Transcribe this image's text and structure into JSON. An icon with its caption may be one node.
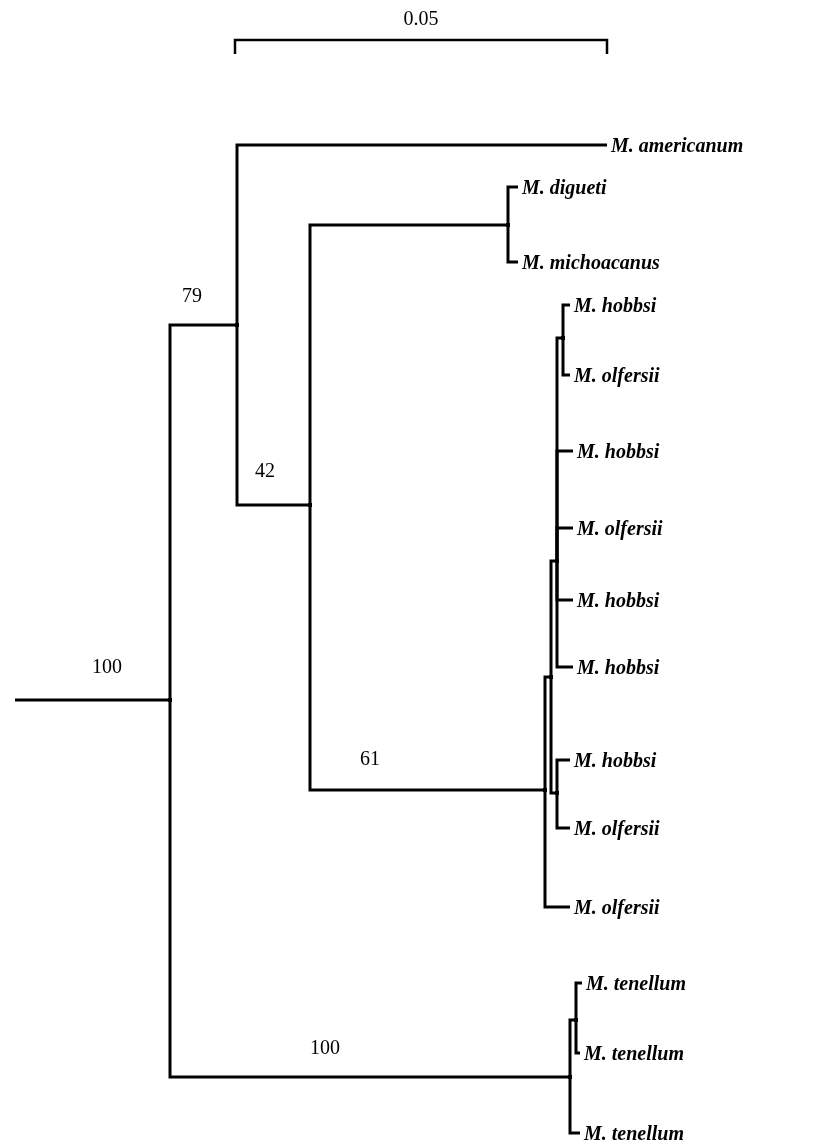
{
  "diagram": {
    "nodes": [
      {
        "text": [],
        "shape": "point"
      },
      {
        "text": [],
        "shape": "point"
      },
      {
        "text": [
          "M. americanum"
        ]
      },
      {
        "text": [],
        "shape": "point"
      },
      {
        "text": [],
        "shape": "point"
      },
      {
        "text": [
          "M. digueti"
        ]
      },
      {
        "text": [
          "M. michoacanus"
        ]
      },
      {
        "text": [],
        "shape": "point"
      },
      {
        "text": [],
        "shape": "point"
      },
      {
        "text": [],
        "shape": "point"
      },
      {
        "text": [],
        "shape": "point"
      },
      {
        "text": [
          "M. hobbsi"
        ]
      },
      {
        "text": [
          "M. olfersii"
        ]
      },
      {
        "text": [
          "M. hobbsi"
        ]
      },
      {
        "text": [
          "M. olfersii"
        ]
      },
      {
        "text": [
          "M. hobbsi"
        ]
      },
      {
        "text": [
          "M. hobbsi"
        ]
      },
      {
        "text": [],
        "shape": "point"
      },
      {
        "text": [
          "M. hobbsi"
        ]
      },
      {
        "text": [
          "M. olfersii"
        ]
      },
      {
        "text": [
          "M. olfersii"
        ]
      },
      {
        "text": [],
        "shape": "point"
      },
      {
        "text": [],
        "shape": "point"
      },
      {
        "text": [
          "M. tenellum"
        ]
      },
      {
        "text": [
          "M. tenellum"
        ]
      },
      {
        "text": [
          "M. tenellum"
        ]
      }
    ],
    "edges": [
      {
        "from": null,
        "to": 0,
        "arrow": "none",
        "label": "100"
      },
      {
        "from": 0,
        "to": 1,
        "arrow": "none",
        "label": "79"
      },
      {
        "from": 1,
        "to": 2,
        "arrow": "none"
      },
      {
        "from": 1,
        "to": 3,
        "arrow": "none",
        "label": "42"
      },
      {
        "from": 3,
        "to": 4,
        "arrow": "none"
      },
      {
        "from": 4,
        "to": 5,
        "arrow": "none"
      },
      {
        "from": 4,
        "to": 6,
        "arrow": "none"
      },
      {
        "from": 3,
        "to": 7,
        "arrow": "none",
        "label": "61"
      },
      {
        "from": 7,
        "to": 8,
        "arrow": "none"
      },
      {
        "from": 8,
        "to": 9,
        "arrow": "none"
      },
      {
        "from": 9,
        "to": 10,
        "arrow": "none"
      },
      {
        "from": 10,
        "to": 11,
        "arrow": "none"
      },
      {
        "from": 10,
        "to": 12,
        "arrow": "none"
      },
      {
        "from": 9,
        "to": 13,
        "arrow": "none"
      },
      {
        "from": 9,
        "to": 14,
        "arrow": "none"
      },
      {
        "from": 9,
        "to": 15,
        "arrow": "none"
      },
      {
        "from": 9,
        "to": 16,
        "arrow": "none"
      },
      {
        "from": 8,
        "to": 17,
        "arrow": "none"
      },
      {
        "from": 17,
        "to": 18,
        "arrow": "none"
      },
      {
        "from": 17,
        "to": 19,
        "arrow": "none"
      },
      {
        "from": 7,
        "to": 20,
        "arrow": "none"
      },
      {
        "from": 0,
        "to": 21,
        "arrow": "none",
        "label": "100"
      },
      {
        "from": 21,
        "to": 22,
        "arrow": "none"
      },
      {
        "from": 22,
        "to": 23,
        "arrow": "none"
      },
      {
        "from": 22,
        "to": 24,
        "arrow": "none"
      },
      {
        "from": 21,
        "to": 25,
        "arrow": "none"
      }
    ],
    "labels": [
      "0.05"
    ]
  }
}
